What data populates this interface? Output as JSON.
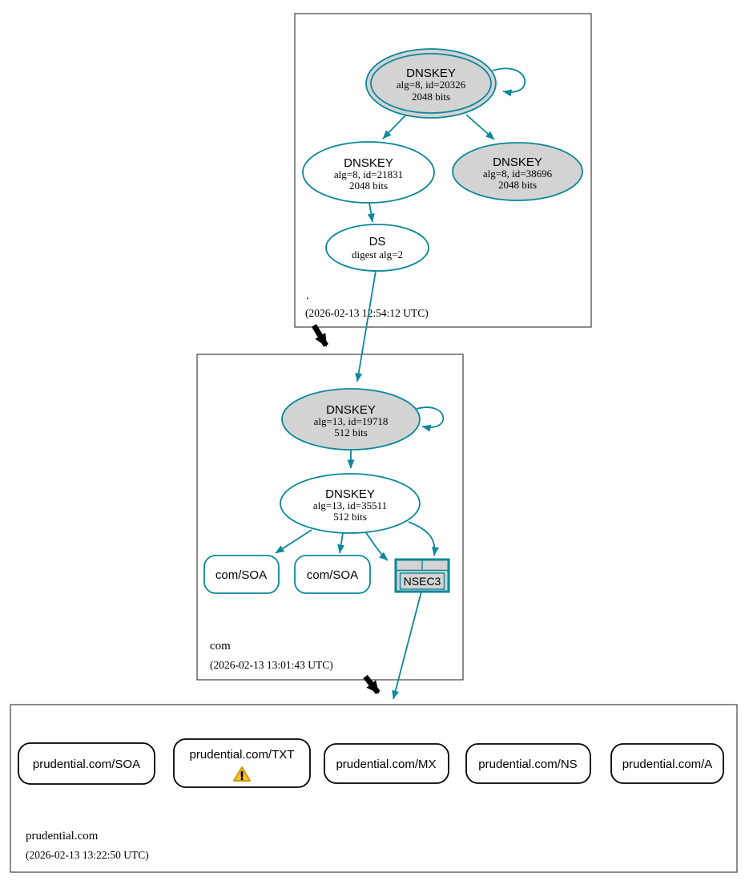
{
  "colors": {
    "secure": "#0a879a",
    "insecure": "#000000",
    "node-gray": "#d3d3d3",
    "zone-border": "#404040",
    "warning-fill": "#f4c430",
    "warning-stroke": "#cf9a06"
  },
  "zone_root": {
    "label": ".",
    "timestamp": "(2026-02-13 12:54:12 UTC)",
    "node_ksk": {
      "title": "DNSKEY",
      "detail": "alg=8, id=20326",
      "size": "2048 bits"
    },
    "node_zsk": {
      "title": "DNSKEY",
      "detail": "alg=8, id=21831",
      "size": "2048 bits"
    },
    "node_key3": {
      "title": "DNSKEY",
      "detail": "alg=8, id=38696",
      "size": "2048 bits"
    },
    "node_ds": {
      "title": "DS",
      "detail": "digest alg=2"
    }
  },
  "zone_com": {
    "label": "com",
    "timestamp": "(2026-02-13 13:01:43 UTC)",
    "node_ksk": {
      "title": "DNSKEY",
      "detail": "alg=13, id=19718",
      "size": "512 bits"
    },
    "node_zsk": {
      "title": "DNSKEY",
      "detail": "alg=13, id=35511",
      "size": "512 bits"
    },
    "node_soa1": {
      "label": "com/SOA"
    },
    "node_soa2": {
      "label": "com/SOA"
    },
    "node_nsec3": {
      "label": "NSEC3"
    }
  },
  "zone_prudential": {
    "label": "prudential.com",
    "timestamp": "(2026-02-13 13:22:50 UTC)",
    "node_soa": {
      "label": "prudential.com/SOA"
    },
    "node_txt": {
      "label": "prudential.com/TXT",
      "warning_icon": "warning-triangle"
    },
    "node_mx": {
      "label": "prudential.com/MX"
    },
    "node_ns": {
      "label": "prudential.com/NS"
    },
    "node_a": {
      "label": "prudential.com/A"
    }
  }
}
